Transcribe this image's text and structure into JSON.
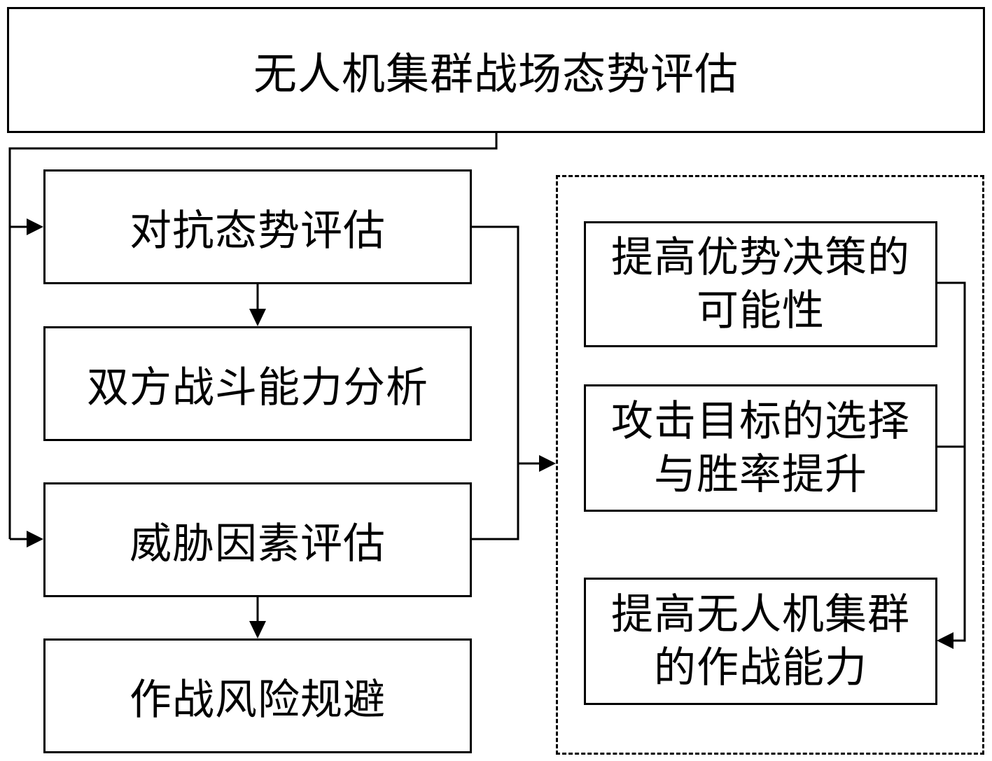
{
  "title": "无人机集群战场态势评估",
  "left_boxes": {
    "adversarial": "对抗态势评估",
    "combat_capability": "双方战斗能力分析",
    "threat_factors": "威胁因素评估",
    "risk_avoidance": "作战风险规避"
  },
  "right_boxes": {
    "advantage_decision": "提高优势决策的可能性",
    "target_selection": "攻击目标的选择与胜率提升",
    "swarm_capability": "提高无人机集群的作战能力"
  },
  "colors": {
    "line": "#000000",
    "background": "#ffffff"
  }
}
